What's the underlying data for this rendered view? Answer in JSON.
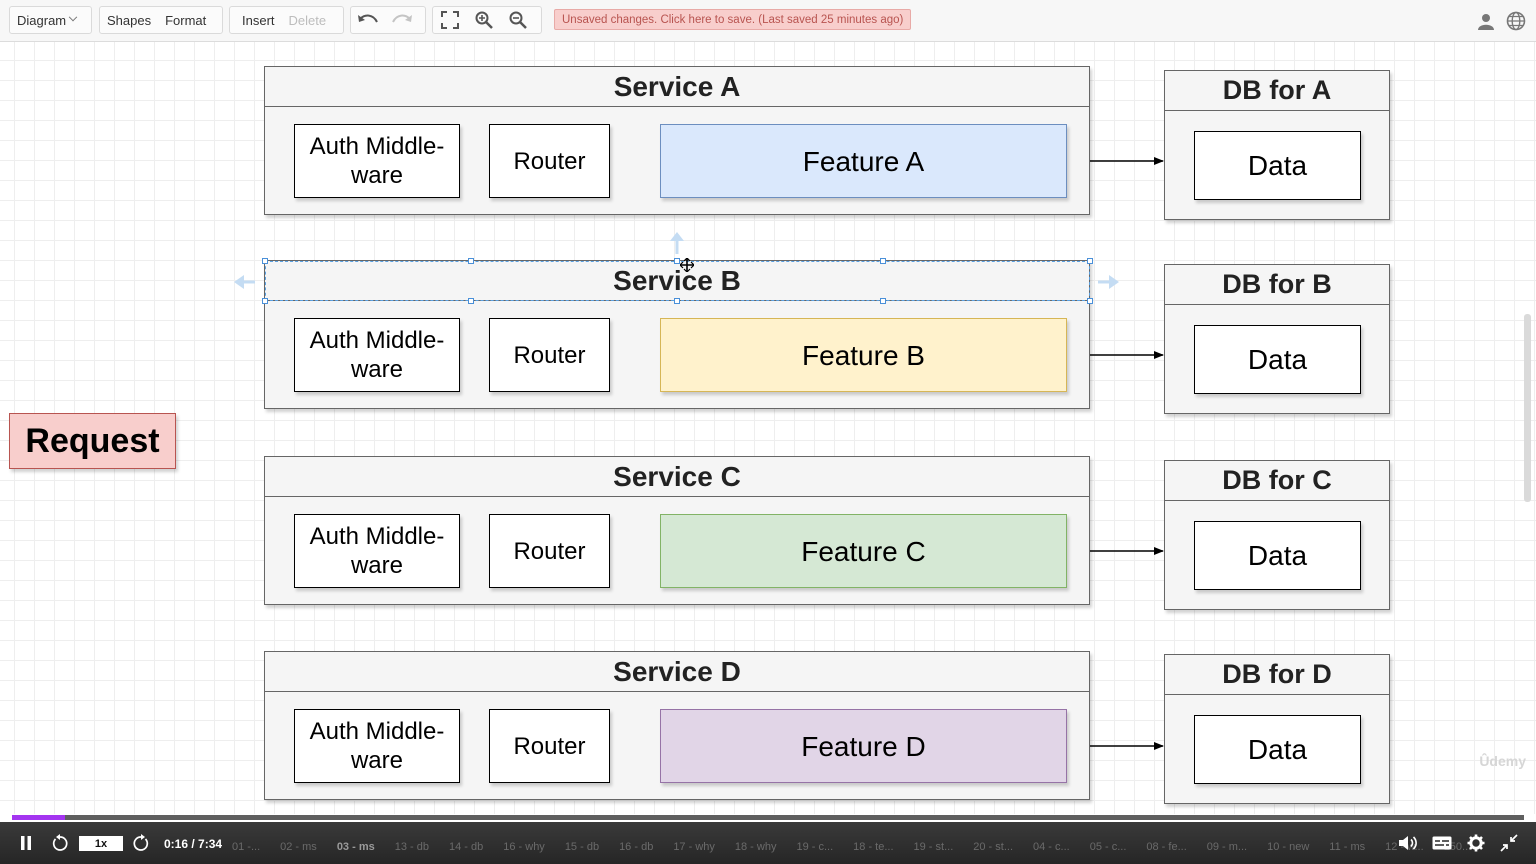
{
  "toolbar": {
    "diagram_label": "Diagram",
    "shapes_label": "Shapes",
    "format_label": "Format",
    "insert_label": "Insert",
    "delete_label": "Delete",
    "unsaved_message": "Unsaved changes. Click here to save. (Last saved 25 minutes ago)"
  },
  "services": [
    {
      "title": "Service A",
      "auth": "Auth Middle-\nware",
      "router": "Router",
      "feature": "Feature A",
      "fill": "#dae8fc",
      "stroke": "#6c8ebf"
    },
    {
      "title": "Service B",
      "auth": "Auth Middle-\nware",
      "router": "Router",
      "feature": "Feature B",
      "fill": "#fff2cc",
      "stroke": "#d6b656"
    },
    {
      "title": "Service C",
      "auth": "Auth Middle-\nware",
      "router": "Router",
      "feature": "Feature C",
      "fill": "#d5e8d4",
      "stroke": "#82b366"
    },
    {
      "title": "Service D",
      "auth": "Auth Middle-\nware",
      "router": "Router",
      "feature": "Feature D",
      "fill": "#e1d5e7",
      "stroke": "#9673a6"
    }
  ],
  "databases": [
    {
      "title": "DB for A",
      "data": "Data"
    },
    {
      "title": "DB for B",
      "data": "Data"
    },
    {
      "title": "DB for C",
      "data": "Data"
    },
    {
      "title": "DB for D",
      "data": "Data"
    }
  ],
  "request": {
    "label": "Request",
    "fill": "#f8cecc",
    "stroke": "#b85450"
  },
  "watermark": "Ûdemy",
  "player": {
    "speed": "1x",
    "time": "0:16 / 7:34",
    "progress": 0.035,
    "accent": "#a435f0",
    "chapters": [
      "01 -...",
      "02 - ms",
      "03 - ms",
      "13 - db",
      "14 - db",
      "16 - why",
      "15 - db",
      "16 - db",
      "17 - why",
      "18 - why",
      "19 - c...",
      "18 - te...",
      "19 - st...",
      "20 - st...",
      "04 - c...",
      "05 - c...",
      "08 - fe...",
      "09 - m...",
      "10 - new",
      "11 - ms",
      "12 - w...",
      "150..."
    ],
    "active_chapter": 2
  }
}
